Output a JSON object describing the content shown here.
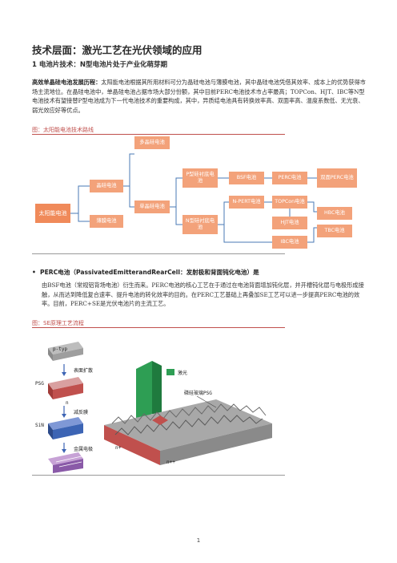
{
  "heading": "技术层面：激光工艺在光伏领域的应用",
  "subheading": "1 电池片技术：N型电池片处于产业化萌芽期",
  "intro": {
    "lead": "高效单晶硅电池发展历程：",
    "body": "太阳能电池根据其所用材料可分为晶硅电池与薄膜电池，其中晶硅电池凭借其效率、成本上的优势获得市场主流地位。在晶硅电池中，单晶硅电池占据市场大部分份额，其中目前PERC电池技术市占率最高；TOPCon、HJT、IBC等N型电池技术有望接替P型电池成为下一代电池技术的重要构成，其中，异质结电池具有转换效率高、双面率高、温度系数低、无光衰、弱光效应好等优点。"
  },
  "figure1": {
    "label": "图：太阳能电池技术路线",
    "nodes": {
      "root": "太阳能电池",
      "crystal": "晶硅电池",
      "thin": "薄膜电池",
      "multi": "多晶硅电池",
      "mono": "单晶硅电池",
      "p_type": "P型硅衬底电池",
      "n_type": "N型硅衬底电池",
      "bsf": "BSF电池",
      "perc": "PERC电池",
      "bifacial": "双面PERC电池",
      "npert": "N-PERT电池",
      "topcon": "TOPCon电池",
      "hjt": "HJT电池",
      "hbc": "HBC电池",
      "tbc": "TBC电池",
      "ibc": "IBC电池"
    },
    "colors": {
      "box": "#f3a27a",
      "line": "#4a7ab5"
    }
  },
  "bullet": {
    "title": "PERC电池（PassivatedEmitterandRearCell：发射极和背面钝化电池）是",
    "body": "由BSF电池（常规铝背场电池）衍生而来。PERC电池的核心工艺在于通过在电池背面增加钝化层，并开槽钝化层与电极形成接触，从而达到降低复合速率、提升电池的转化效率的目的。在PERC工艺基础上再叠加SE工艺可以进一步提高PERC电池的效率。目前，PERC+SE是光伏电池片的主流工艺。"
  },
  "figure2": {
    "label": "图：SE原理工艺流程",
    "steps": [
      "p-typ",
      "表面扩散",
      "PSG",
      "减反膜",
      "SiN",
      "金属电极"
    ],
    "laser": "激光",
    "psg_region": "磷硅玻璃PSG",
    "n_plus": "n+",
    "n_plusplus": "n++",
    "n_label": "n",
    "colors": {
      "laser": "#2e9e54",
      "wafer": "#8a8a8a",
      "psg": "#c0504d",
      "sin": "#3c64b4"
    }
  },
  "page_number": "1"
}
